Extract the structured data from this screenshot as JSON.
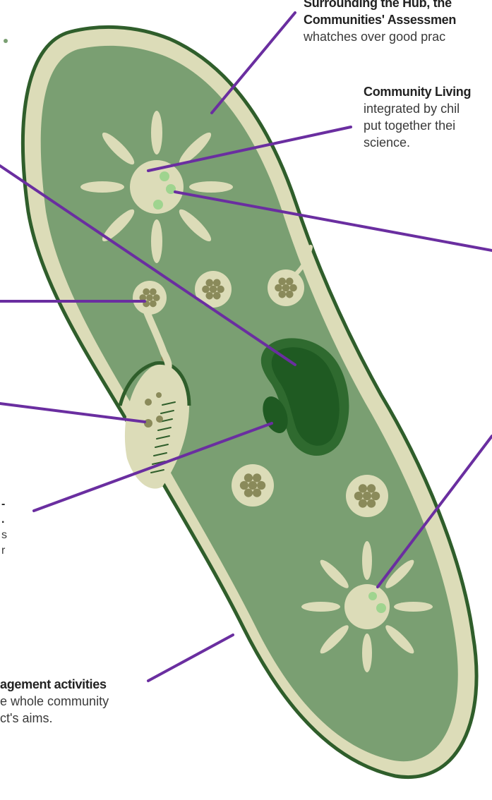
{
  "colors": {
    "cell_body": "#7a9f72",
    "cell_membrane": "#2f5e2b",
    "pellicle": "#dcdcb8",
    "cilia": "#2f5e2b",
    "nucleus": "#2f6a2f",
    "nucleus_inner": "#1f5a22",
    "vacuole_fill": "#dcdcb8",
    "granule": "#8a8a5a",
    "green_dot": "#9fd48f",
    "pointer_line": "#6a2ea0",
    "text_dark": "#222222",
    "text_body": "#3a3a3a"
  },
  "labels": {
    "top": {
      "line1": "Surrounding the Hub, the",
      "line2": "Communities' Assessmen",
      "line3": "whatches over good prac"
    },
    "community": {
      "line1": "Community Living",
      "line2": "integrated by chil",
      "line3": "put together thei",
      "line4": "science."
    },
    "left_fragment": {
      "line1": "-",
      "line2": ".",
      "line3": "s",
      "line4": "r"
    },
    "bottom": {
      "line1": "agement activities",
      "line2": "e whole community",
      "line3": "ct's aims."
    }
  },
  "icons": {
    "cell": "paramecium-cell-icon",
    "nucleus": "macronucleus-icon",
    "micronucleus": "micronucleus-icon",
    "contractile_vacuole": "contractile-vacuole-icon",
    "food_vacuole": "food-vacuole-icon",
    "oral_groove": "oral-groove-icon"
  }
}
